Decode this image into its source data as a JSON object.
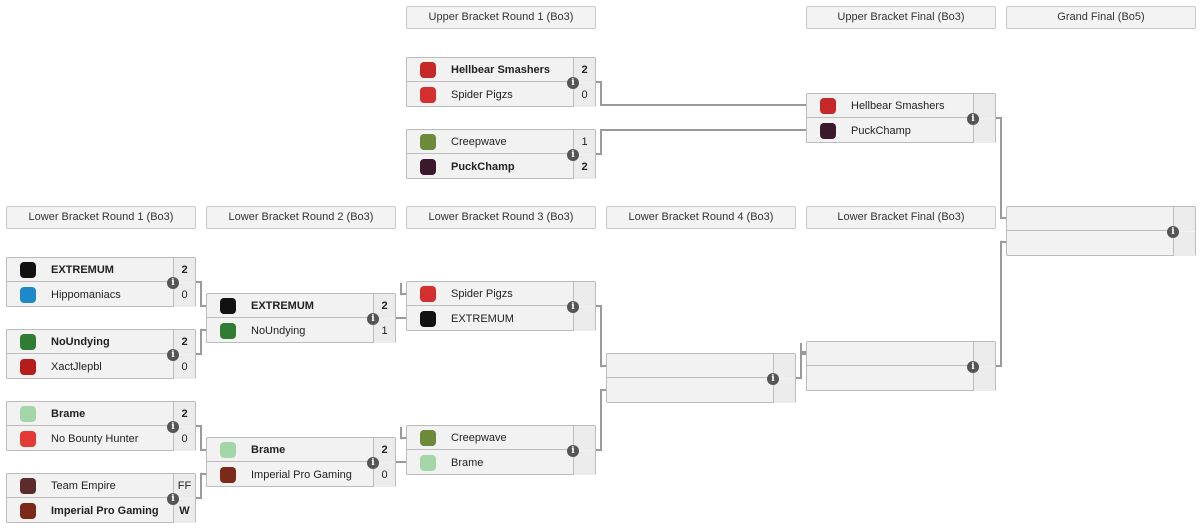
{
  "headers": [
    {
      "label": "Upper Bracket Round 1 (Bo3)",
      "col": 2,
      "row": "upper"
    },
    {
      "label": "Upper Bracket Final (Bo3)",
      "col": 4,
      "row": "upper"
    },
    {
      "label": "Grand Final (Bo5)",
      "col": 5,
      "row": "upper"
    },
    {
      "label": "Lower Bracket Round 1 (Bo3)",
      "col": 0,
      "row": "lower"
    },
    {
      "label": "Lower Bracket Round 2 (Bo3)",
      "col": 1,
      "row": "lower"
    },
    {
      "label": "Lower Bracket Round 3 (Bo3)",
      "col": 2,
      "row": "lower"
    },
    {
      "label": "Lower Bracket Round 4 (Bo3)",
      "col": 3,
      "row": "lower"
    },
    {
      "label": "Lower Bracket Final (Bo3)",
      "col": 4,
      "row": "lower"
    }
  ],
  "colors": {
    "line": "#9a9a9a",
    "info_icon": "#555555"
  },
  "matches": [
    {
      "id": "ub-r1-m1",
      "teams": [
        {
          "name": "Hellbear Smashers",
          "score": "2",
          "win": true,
          "logo": "#c62828"
        },
        {
          "name": "Spider Pigzs",
          "score": "0",
          "win": false,
          "logo": "#d32f2f"
        }
      ]
    },
    {
      "id": "ub-r1-m2",
      "teams": [
        {
          "name": "Creepwave",
          "score": "1",
          "win": false,
          "logo": "#6d8a3a"
        },
        {
          "name": "PuckChamp",
          "score": "2",
          "win": true,
          "logo": "#3a1a2a"
        }
      ]
    },
    {
      "id": "ub-final",
      "teams": [
        {
          "name": "Hellbear Smashers",
          "score": "",
          "win": false,
          "logo": "#c62828"
        },
        {
          "name": "PuckChamp",
          "score": "",
          "win": false,
          "logo": "#3a1a2a"
        }
      ]
    },
    {
      "id": "grand-final",
      "teams": [
        {
          "name": "",
          "score": "",
          "win": false,
          "logo": ""
        },
        {
          "name": "",
          "score": "",
          "win": false,
          "logo": ""
        }
      ]
    },
    {
      "id": "lb-r1-m1",
      "teams": [
        {
          "name": "EXTREMUM",
          "score": "2",
          "win": true,
          "logo": "#111111"
        },
        {
          "name": "Hippomaniacs",
          "score": "0",
          "win": false,
          "logo": "#1e88c8"
        }
      ]
    },
    {
      "id": "lb-r1-m2",
      "teams": [
        {
          "name": "NoUndying",
          "score": "2",
          "win": true,
          "logo": "#2e7d32"
        },
        {
          "name": "XactJlepbl",
          "score": "0",
          "win": false,
          "logo": "#b71c1c"
        }
      ]
    },
    {
      "id": "lb-r1-m3",
      "teams": [
        {
          "name": "Brame",
          "score": "2",
          "win": true,
          "logo": "#a5d6a7"
        },
        {
          "name": "No Bounty Hunter",
          "score": "0",
          "win": false,
          "logo": "#e53935"
        }
      ]
    },
    {
      "id": "lb-r1-m4",
      "teams": [
        {
          "name": "Team Empire",
          "score": "FF",
          "win": false,
          "logo": "#5d2b2b"
        },
        {
          "name": "Imperial Pro Gaming",
          "score": "W",
          "win": true,
          "logo": "#7b2a1a"
        }
      ]
    },
    {
      "id": "lb-r2-m1",
      "teams": [
        {
          "name": "EXTREMUM",
          "score": "2",
          "win": true,
          "logo": "#111111"
        },
        {
          "name": "NoUndying",
          "score": "1",
          "win": false,
          "logo": "#2e7d32"
        }
      ]
    },
    {
      "id": "lb-r2-m2",
      "teams": [
        {
          "name": "Brame",
          "score": "2",
          "win": true,
          "logo": "#a5d6a7"
        },
        {
          "name": "Imperial Pro Gaming",
          "score": "0",
          "win": false,
          "logo": "#7b2a1a"
        }
      ]
    },
    {
      "id": "lb-r3-m1",
      "teams": [
        {
          "name": "Spider Pigzs",
          "score": "",
          "win": false,
          "logo": "#d32f2f"
        },
        {
          "name": "EXTREMUM",
          "score": "",
          "win": false,
          "logo": "#111111"
        }
      ]
    },
    {
      "id": "lb-r3-m2",
      "teams": [
        {
          "name": "Creepwave",
          "score": "",
          "win": false,
          "logo": "#6d8a3a"
        },
        {
          "name": "Brame",
          "score": "",
          "win": false,
          "logo": "#a5d6a7"
        }
      ]
    },
    {
      "id": "lb-r4",
      "teams": [
        {
          "name": "",
          "score": "",
          "win": false,
          "logo": ""
        },
        {
          "name": "",
          "score": "",
          "win": false,
          "logo": ""
        }
      ]
    },
    {
      "id": "lb-final",
      "teams": [
        {
          "name": "",
          "score": "",
          "win": false,
          "logo": ""
        },
        {
          "name": "",
          "score": "",
          "win": false,
          "logo": ""
        }
      ]
    }
  ]
}
